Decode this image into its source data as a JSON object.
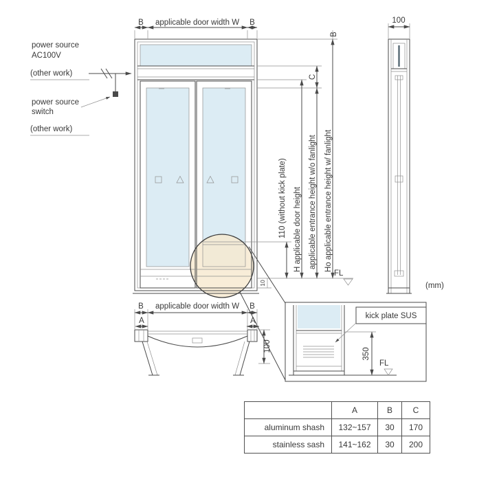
{
  "colors": {
    "line": "#4a4a4a",
    "glass": "#dcecf4",
    "highlight": "#f6e9cf"
  },
  "left_annotations": {
    "power_source_line1": "power source",
    "power_source_line2": "AC100V",
    "other_work_top": "(other work)",
    "switch_line1": "power source",
    "switch_line2": "switch",
    "other_work_bottom": "(other work)"
  },
  "elevation": {
    "top_dim_b_left": "B",
    "top_dim_width": "applicable door width W",
    "top_dim_b_right": "B",
    "right_dim_b": "B",
    "right_dim_c": "C",
    "dim_kick": "110 (without kick plate)",
    "dim_door_height": "H  applicable door height",
    "dim_entrance_wo_fanlight": "applicable entrance height w/o fanlight",
    "dim_entrance_w_fanlight": "Ho  applicable entrance height w/ fanlight",
    "fl_label": "FL",
    "dim_floor_offset": "10"
  },
  "side_view": {
    "top_dim": "100",
    "unit_note": "(mm)"
  },
  "plan_view": {
    "dim_b_left": "B",
    "dim_width": "applicable door width W",
    "dim_b_right": "B",
    "dim_a_left": "A",
    "dim_a_right": "A",
    "dim_depth": "100"
  },
  "detail_view": {
    "kick_plate_label": "kick plate SUS",
    "dim_height": "350",
    "fl_label": "FL"
  },
  "spec_table": {
    "col_a": "A",
    "col_b": "B",
    "col_c": "C",
    "rows": [
      {
        "label": "aluminum shash",
        "a": "132~157",
        "b": "30",
        "c": "170"
      },
      {
        "label": "stainless sash",
        "a": "141~162",
        "b": "30",
        "c": "200"
      }
    ]
  }
}
